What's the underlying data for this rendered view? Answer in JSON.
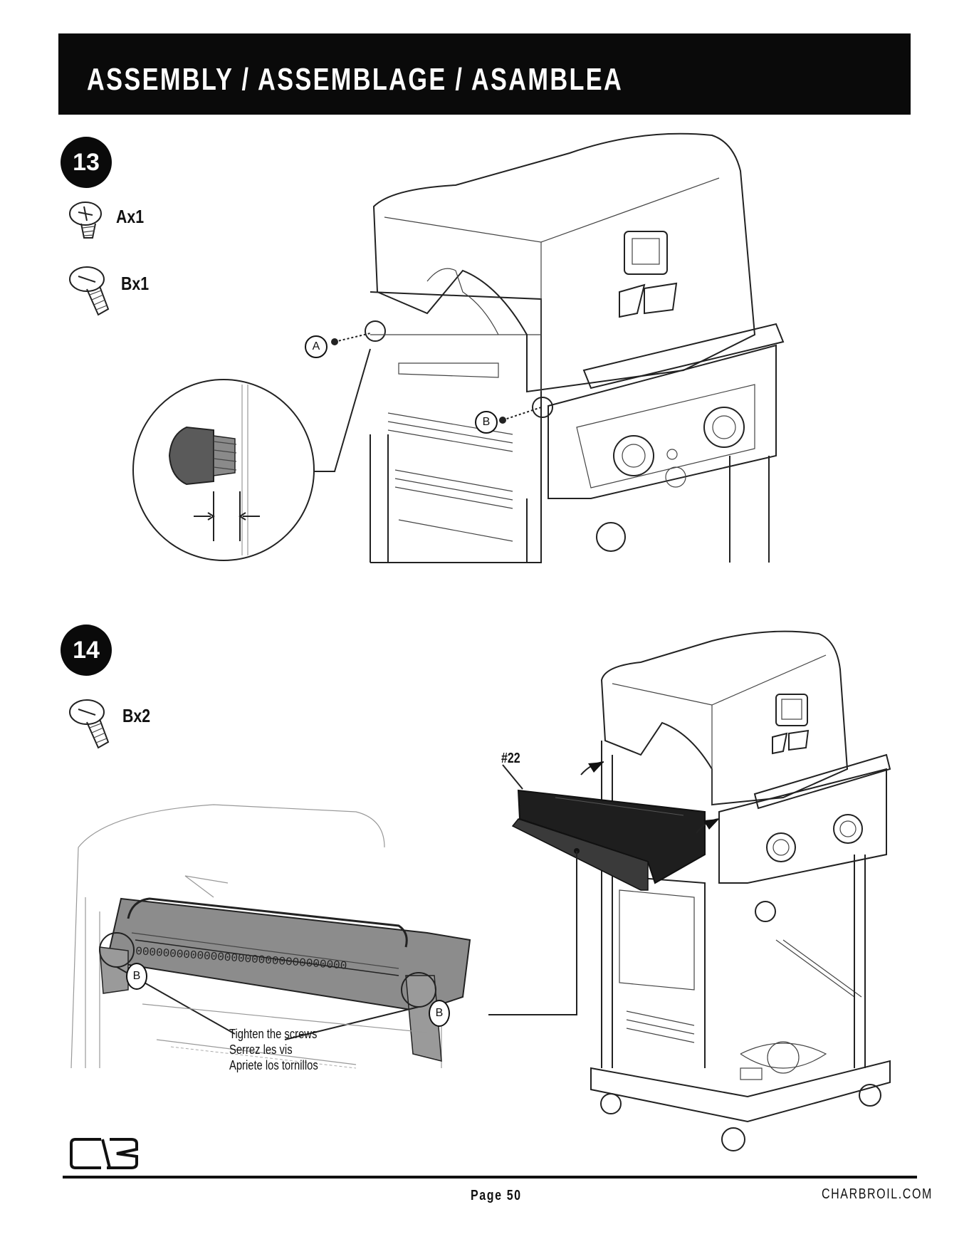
{
  "header": {
    "title": "ASSEMBLY / ASSEMBLAGE / ASAMBLEA"
  },
  "step13": {
    "number": "13",
    "parts": [
      {
        "qty_label": "Ax1"
      },
      {
        "qty_label": "Bx1"
      }
    ],
    "callouts": {
      "a": "A",
      "b": "B"
    }
  },
  "step14": {
    "number": "14",
    "parts": [
      {
        "qty_label": "Bx2"
      }
    ],
    "part_number": "#22",
    "callouts": {
      "b_left": "B",
      "b_right": "B"
    },
    "caption": {
      "english": "Tighten the screws",
      "french": "Serrez les vis",
      "spanish": "Apriete los tornillos"
    }
  },
  "footer": {
    "page": "Page 50",
    "site": "CHARBROIL.COM"
  }
}
